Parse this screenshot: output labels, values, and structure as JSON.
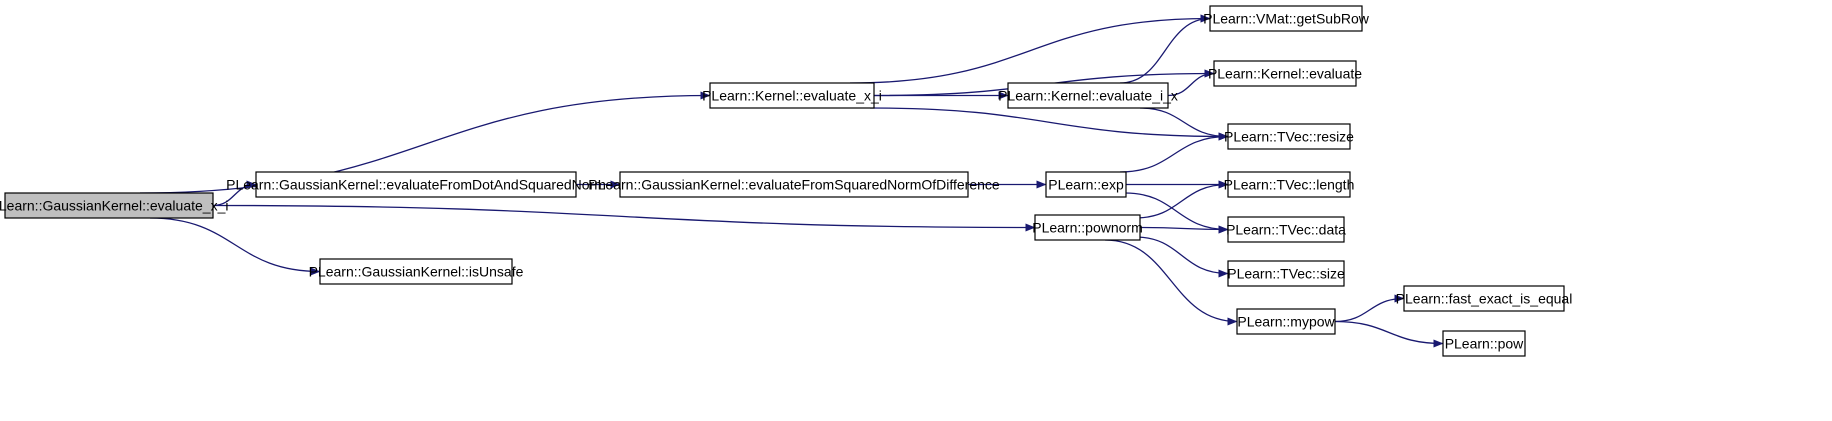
{
  "graph": {
    "edge_color": "#191970",
    "root_fill": "#bfbfbf",
    "nodes": [
      {
        "id": "root",
        "label": "PLearn::GaussianKernel::evaluate_x_i",
        "root": true
      },
      {
        "id": "kevx",
        "label": "PLearn::Kernel::evaluate_x_i"
      },
      {
        "id": "gkdot",
        "label": "PLearn::GaussianKernel::evaluateFromDotAndSquaredNorm"
      },
      {
        "id": "gkunsafe",
        "label": "PLearn::GaussianKernel::isUnsafe"
      },
      {
        "id": "gkdiff",
        "label": "PLearn::GaussianKernel::evaluateFromSquaredNormOfDifference"
      },
      {
        "id": "kevix",
        "label": "PLearn::Kernel::evaluate_i_x"
      },
      {
        "id": "exp",
        "label": "PLearn::exp"
      },
      {
        "id": "pownorm",
        "label": "PLearn::pownorm"
      },
      {
        "id": "getsubrow",
        "label": "PLearn::VMat::getSubRow"
      },
      {
        "id": "keval",
        "label": "PLearn::Kernel::evaluate"
      },
      {
        "id": "resize",
        "label": "PLearn::TVec::resize"
      },
      {
        "id": "length",
        "label": "PLearn::TVec::length"
      },
      {
        "id": "data",
        "label": "PLearn::TVec::data"
      },
      {
        "id": "size",
        "label": "PLearn::TVec::size"
      },
      {
        "id": "mypow",
        "label": "PLearn::mypow"
      },
      {
        "id": "fastexact",
        "label": "PLearn::fast_exact_is_equal"
      },
      {
        "id": "pow",
        "label": "PLearn::pow"
      }
    ],
    "edges": [
      {
        "from": "root",
        "to": "kevx"
      },
      {
        "from": "root",
        "to": "gkdot"
      },
      {
        "from": "root",
        "to": "pownorm"
      },
      {
        "from": "root",
        "to": "gkunsafe"
      },
      {
        "from": "kevx",
        "to": "getsubrow"
      },
      {
        "from": "kevx",
        "to": "keval"
      },
      {
        "from": "kevx",
        "to": "kevix"
      },
      {
        "from": "kevx",
        "to": "resize"
      },
      {
        "from": "kevix",
        "to": "getsubrow"
      },
      {
        "from": "kevix",
        "to": "keval"
      },
      {
        "from": "kevix",
        "to": "resize"
      },
      {
        "from": "gkdot",
        "to": "gkdiff"
      },
      {
        "from": "gkdiff",
        "to": "exp"
      },
      {
        "from": "exp",
        "to": "resize"
      },
      {
        "from": "exp",
        "to": "length"
      },
      {
        "from": "exp",
        "to": "data"
      },
      {
        "from": "pownorm",
        "to": "length"
      },
      {
        "from": "pownorm",
        "to": "data"
      },
      {
        "from": "pownorm",
        "to": "size"
      },
      {
        "from": "pownorm",
        "to": "mypow"
      },
      {
        "from": "mypow",
        "to": "fastexact"
      },
      {
        "from": "mypow",
        "to": "pow"
      }
    ]
  }
}
